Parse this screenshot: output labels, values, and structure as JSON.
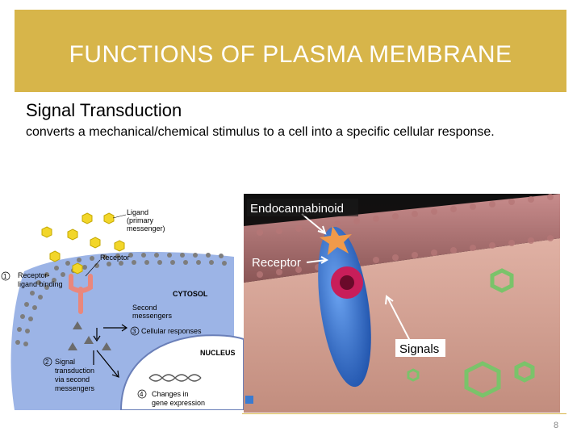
{
  "slide": {
    "title": "FUNCTIONS OF PLASMA MEMBRANE",
    "subtitle": "Signal Transduction",
    "body": "converts a mechanical/chemical stimulus to a cell into a specific cellular response.",
    "page_number": "8"
  },
  "left_figure": {
    "ligand_label_1": "Ligand",
    "ligand_label_2": "(primary",
    "ligand_label_3": "messenger)",
    "receptor_label": "Receptor",
    "step1_num": "1",
    "step1_line1": "Receptor-",
    "step1_line2": "ligand binding",
    "cytosol_label": "CYTOSOL",
    "second_mess_1": "Second",
    "second_mess_2": "messengers",
    "step3_num": "3",
    "step3_text": "Cellular responses",
    "nucleus_label": "NUCLEUS",
    "step2_num": "2",
    "step2_line1": "Signal",
    "step2_line2": "transduction",
    "step2_line3": "via second",
    "step2_line4": "messengers",
    "step4_num": "4",
    "step4_line1": "Changes in",
    "step4_line2": "gene expression"
  },
  "right_figure": {
    "endocannabinoid_label": "Endocannabinoid",
    "receptor_label": "Receptor",
    "signals_label": "Signals"
  },
  "colors": {
    "title_bar": "#d7b54a",
    "ligand": "#f2d62a",
    "receptor_left": "#e9877c",
    "cytosol": "#9cb4e6",
    "membrane_right": "#b97a7a",
    "receptor_right": "#2d6fd6",
    "signal_hex": "#7ac36a"
  }
}
